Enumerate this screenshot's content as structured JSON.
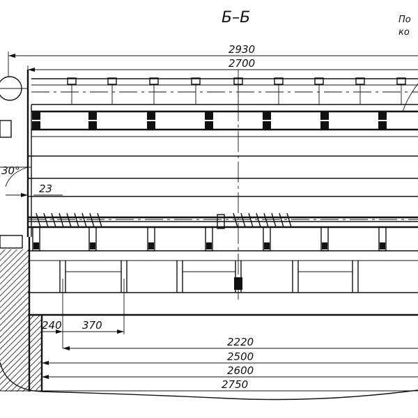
{
  "drawing": {
    "section_title": "Б–Б",
    "corner_note_line1": "По",
    "corner_note_line2": "ко",
    "angle_label": "30°",
    "dim_23": "23",
    "dim_240": "240",
    "dim_370": "370",
    "dim_2930": "2930",
    "dim_2700": "2700",
    "dim_2220": "2220",
    "dim_2500": "2500",
    "dim_2600": "2600",
    "dim_2750": "2750"
  },
  "colors": {
    "ink": "#111111",
    "paper": "#ffffff"
  }
}
